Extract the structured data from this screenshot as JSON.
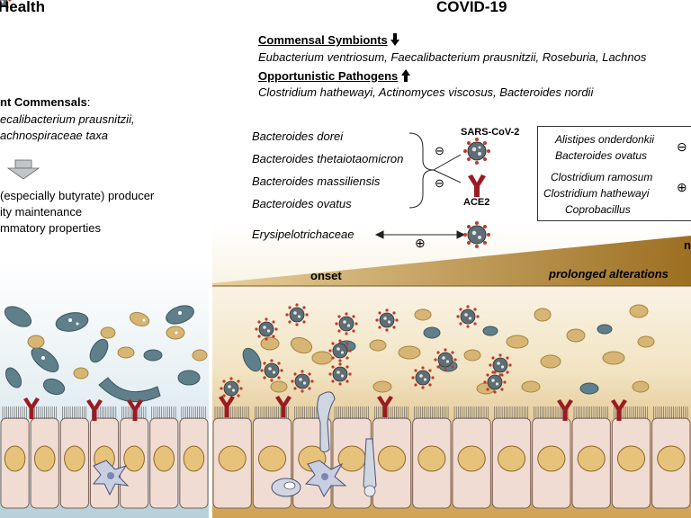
{
  "health": {
    "title": "Health",
    "commensals_heading": "nt Commensals",
    "commensals_colon": ":",
    "commensal_line1": "ecalibacterium prausnitzii,",
    "commensal_line2": "achnospiraceae taxa",
    "function_line1": "(especially butyrate) producer",
    "function_line2": "ity maintenance",
    "function_line3": "mmatory properties"
  },
  "covid": {
    "title": "COVID-19",
    "symbionts_heading": "Commensal Symbionts",
    "symbionts_arrow": "down",
    "symbionts_list": "Eubacterium ventriosum, Faecalibacterium prausnitzii, Roseburia, Lachnos",
    "pathogens_heading": "Opportunistic Pathogens",
    "pathogens_arrow": "up",
    "pathogens_list": "Clostridium hathewayi, Actinomyces viscosus, Bacteroides nordii",
    "bacteroides": [
      "Bacteroides dorei",
      "Bacteroides thetaiotaomicron",
      "Bacteroides massiliensis",
      "Bacteroides ovatus"
    ],
    "virus_label": "SARS-CoV-2",
    "receptor_label": "ACE2",
    "minus_sign": "⊖",
    "plus_sign": "⊕",
    "erysipelotrichaceae": "Erysipelotrichaceae",
    "box_top_items": [
      "Alistipes onderdonkii",
      "Bacteroides ovatus"
    ],
    "box_bottom_items": [
      "Clostridium ramosum",
      "Clostridium hathewayi",
      "Coprobacillus"
    ],
    "onset_label": "onset",
    "prolonged_label": "prolonged alterations",
    "edge_fragment": "n"
  },
  "colors": {
    "health_background": "#c5dbe4",
    "covid_background": "#d8b46c",
    "cell_fill": "#f1dcd3",
    "nucleus_fill": "#e6c27a",
    "bacteria_dark": "#5f7f8a",
    "bacteria_tan": "#d7b574",
    "virus_red": "#c0392b",
    "ace2_red": "#9b1b22"
  },
  "icons": [
    "down-arrow-icon",
    "ace2-receptor-icon",
    "sars-cov-2-virus-icon",
    "bacteria-icon",
    "immune-cell-icon",
    "epithelial-cell-icon"
  ]
}
